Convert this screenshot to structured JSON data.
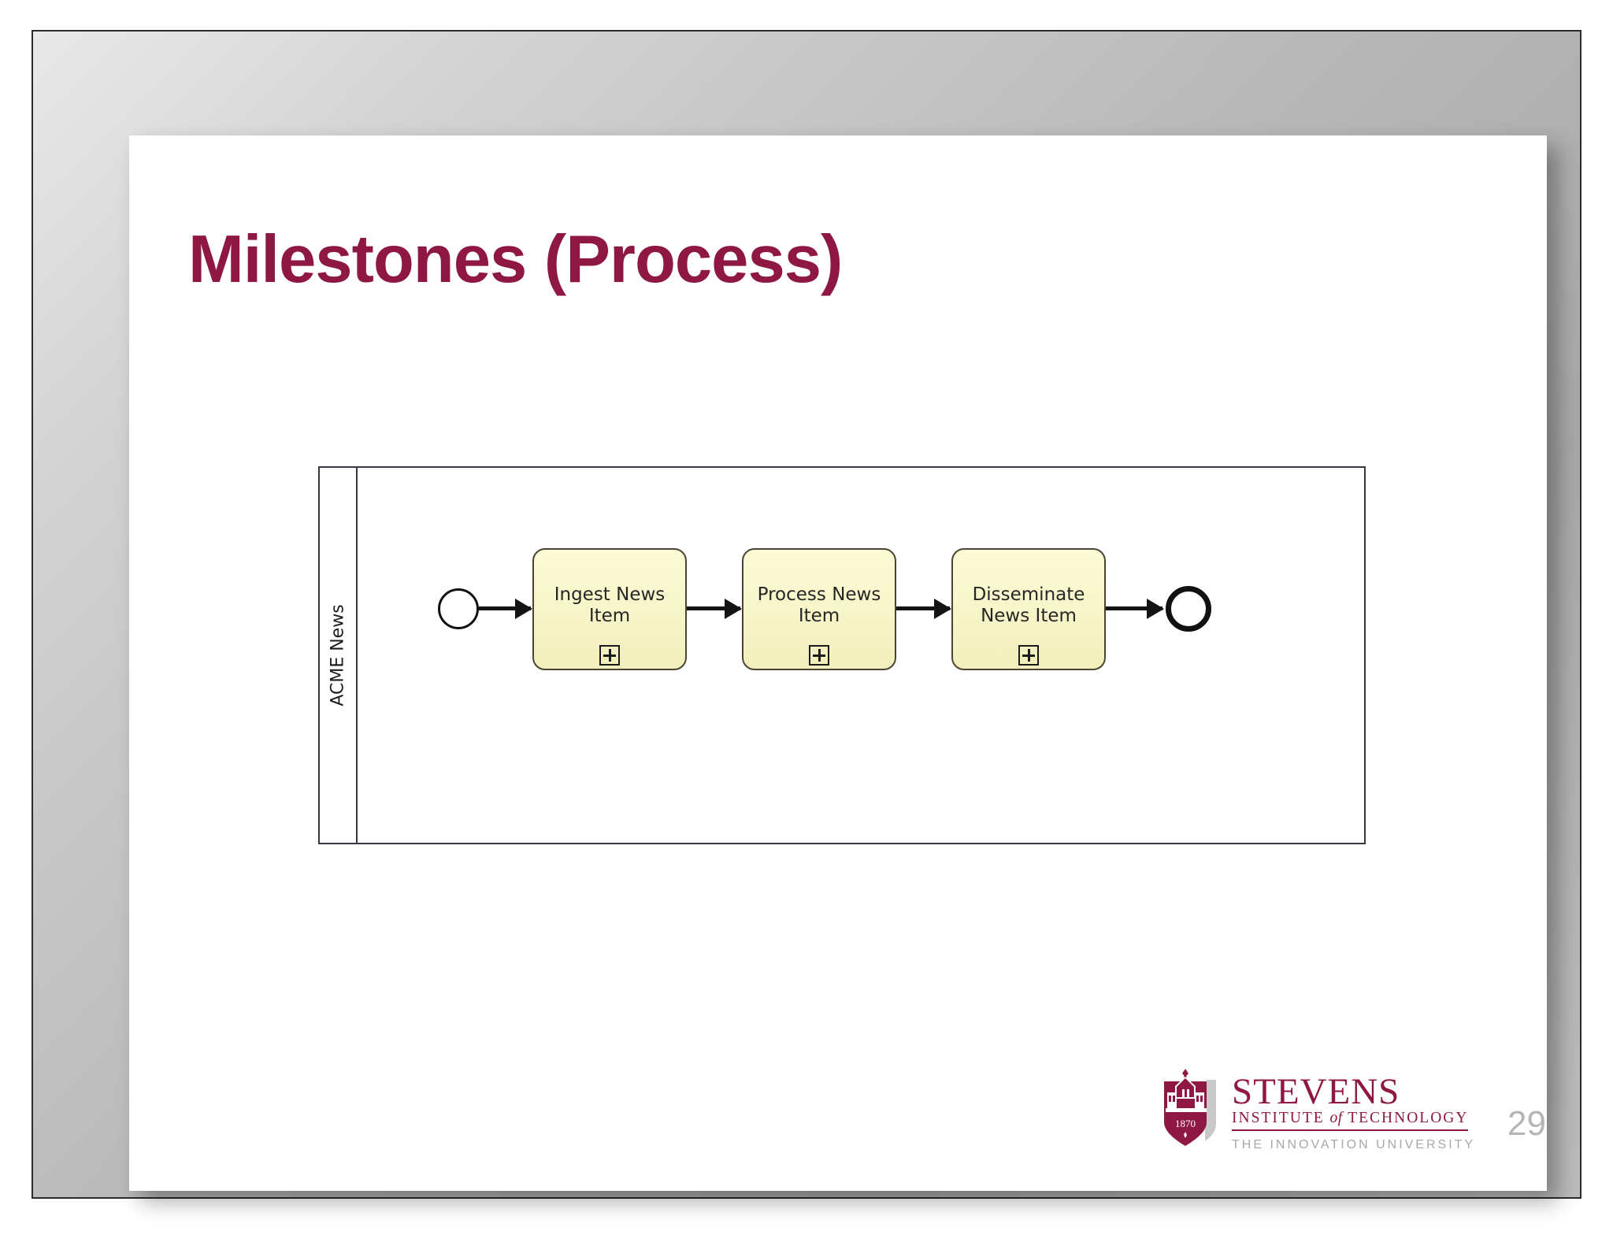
{
  "slide": {
    "title": "Milestones (Process)",
    "page_number": "29",
    "title_color": "#8e1743"
  },
  "diagram": {
    "type": "bpmn-process",
    "pool": {
      "lane_label": "ACME News"
    },
    "start_event": {
      "name": "start-event",
      "label": ""
    },
    "end_event": {
      "name": "end-event",
      "label": ""
    },
    "tasks": [
      {
        "label": "Ingest News Item",
        "marker": "sub-process-plus"
      },
      {
        "label": "Process News Item",
        "marker": "sub-process-plus"
      },
      {
        "label": "Disseminate News Item",
        "marker": "sub-process-plus"
      }
    ],
    "flows": [
      {
        "from": "start-event",
        "to": "Ingest News Item"
      },
      {
        "from": "Ingest News Item",
        "to": "Process News Item"
      },
      {
        "from": "Process News Item",
        "to": "Disseminate News Item"
      },
      {
        "from": "Disseminate News Item",
        "to": "end-event"
      }
    ],
    "colors": {
      "task_fill": "#f7f5c8",
      "task_border": "#4a4434",
      "pool_border": "#3b3741",
      "flow": "#141414"
    }
  },
  "footer": {
    "logo": {
      "crest_year": "1870",
      "wordmark": "STEVENS",
      "sub_pre": "INSTITUTE ",
      "sub_italic": "of",
      "sub_post": " TECHNOLOGY",
      "tagline": "THE INNOVATION UNIVERSITY"
    }
  }
}
